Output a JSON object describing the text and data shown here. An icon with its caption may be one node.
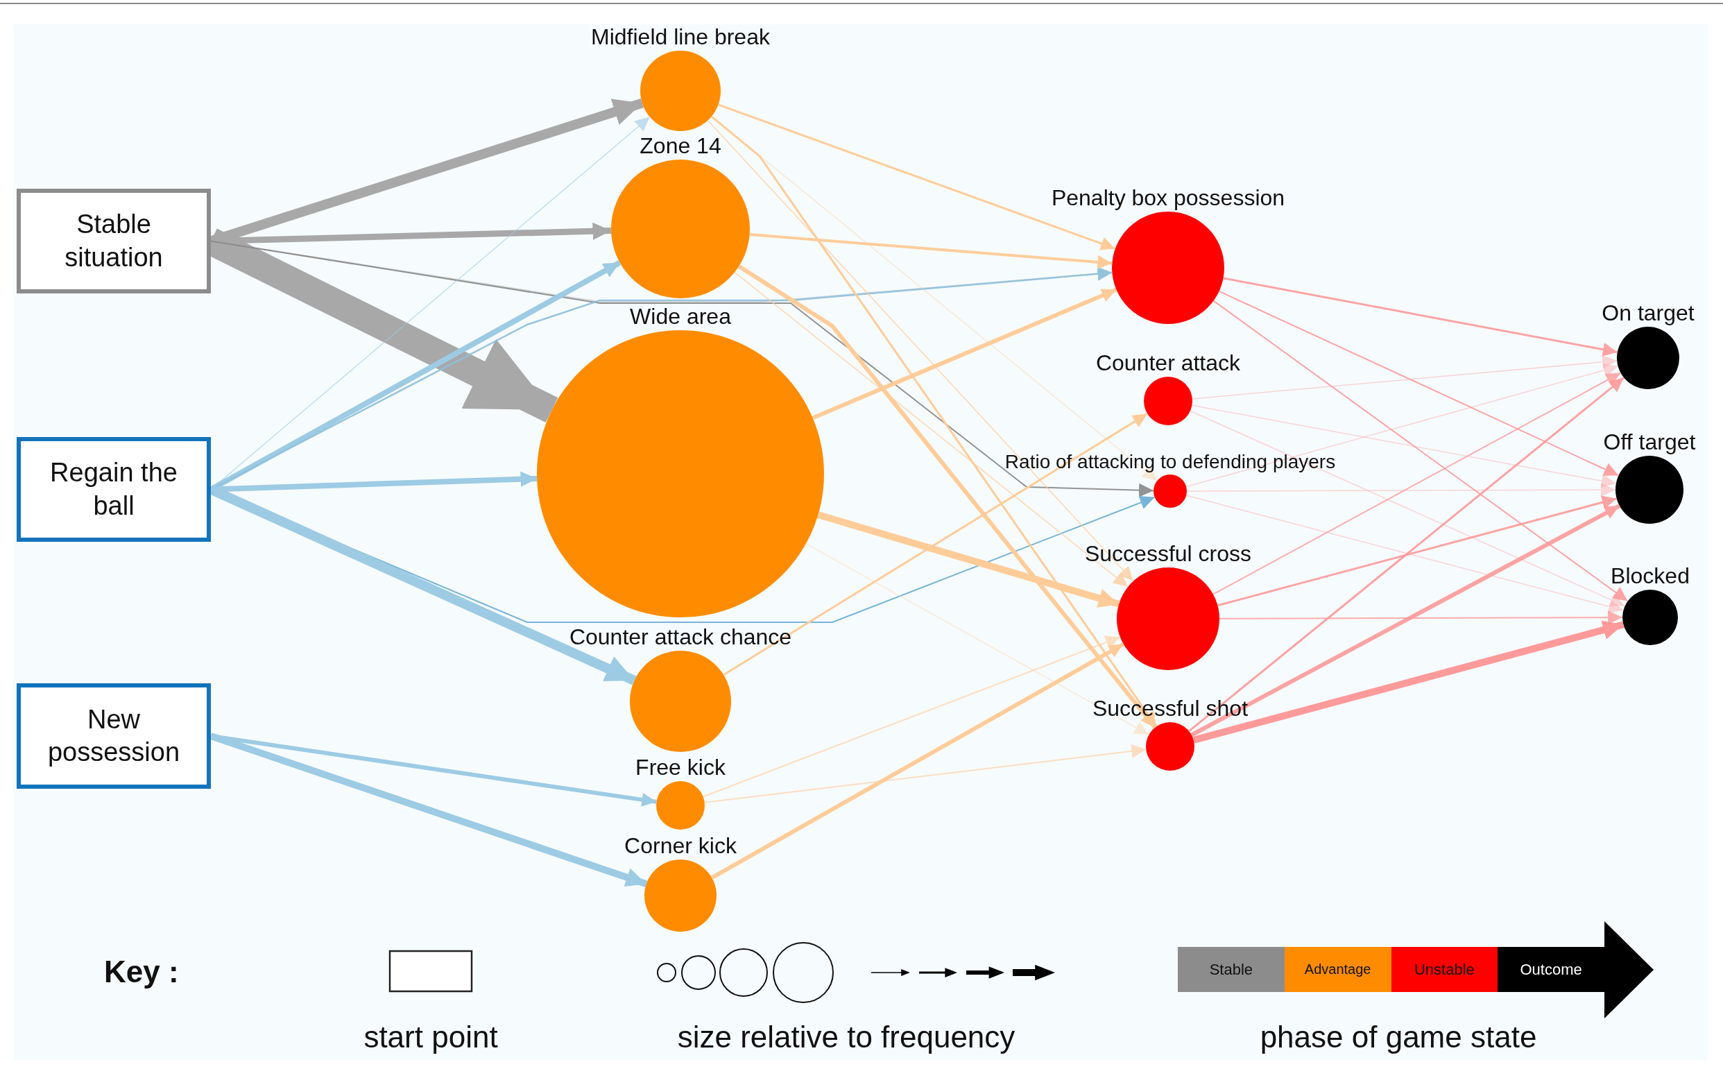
{
  "diagram": {
    "nodes": [
      {
        "text": [
          "Stable situation"
        ]
      },
      {
        "text": [
          "Regain the ball"
        ]
      },
      {
        "text": [
          "New possession"
        ]
      },
      {
        "text": [
          "Midfield line break"
        ]
      },
      {
        "text": [
          "Zone 14"
        ]
      },
      {
        "text": [
          "Wide area"
        ]
      },
      {
        "text": [
          "Counter attack chance"
        ]
      },
      {
        "text": [
          "Free kick"
        ]
      },
      {
        "text": [
          "Corner kick"
        ]
      },
      {
        "text": [
          "Penalty box possession"
        ]
      },
      {
        "text": [
          "Counter attack"
        ]
      },
      {
        "text": [
          "Ratio of attacking to defending players"
        ]
      },
      {
        "text": [
          "Successful cross"
        ]
      },
      {
        "text": [
          "Successful shot"
        ]
      },
      {
        "text": [
          "On target"
        ]
      },
      {
        "text": [
          "Off target"
        ]
      },
      {
        "text": [
          "Blocked"
        ]
      }
    ],
    "edges": [
      {
        "from": 0,
        "to": 3,
        "arrow": "to",
        "style": "thick",
        "color": "#a8a8a8"
      },
      {
        "from": 0,
        "to": 4,
        "arrow": "to",
        "style": "thick",
        "color": "#a8a8a8"
      },
      {
        "from": 0,
        "to": 5,
        "arrow": "to",
        "style": "thick",
        "color": "#a8a8a8"
      },
      {
        "from": 0,
        "to": 9,
        "arrow": "to",
        "color": "#b8b8b8"
      },
      {
        "from": 0,
        "to": 11,
        "arrow": "to",
        "color": "#888888"
      },
      {
        "from": 1,
        "to": 3,
        "arrow": "to",
        "color": "#9dcbe4"
      },
      {
        "from": 1,
        "to": 4,
        "arrow": "to",
        "style": "thick",
        "color": "#9dcbe4"
      },
      {
        "from": 1,
        "to": 5,
        "arrow": "to",
        "style": "thick",
        "color": "#9dcbe4"
      },
      {
        "from": 1,
        "to": 9,
        "arrow": "to",
        "color": "#8ec0dc"
      },
      {
        "from": 1,
        "to": 11,
        "arrow": "to",
        "color": "#6aaed4"
      },
      {
        "from": 1,
        "to": 6,
        "arrow": "to",
        "style": "thick",
        "color": "#9dcbe4"
      },
      {
        "from": 2,
        "to": 7,
        "arrow": "to",
        "color": "#9dcbe4"
      },
      {
        "from": 2,
        "to": 8,
        "arrow": "to",
        "style": "thick",
        "color": "#9dcbe4"
      },
      {
        "from": 3,
        "to": 9,
        "arrow": "to",
        "color": "#ffcc99"
      },
      {
        "from": 3,
        "to": 11,
        "arrow": "to",
        "color": "#ffcc99"
      },
      {
        "from": 3,
        "to": 12,
        "arrow": "to",
        "color": "#ffcc99"
      },
      {
        "from": 3,
        "to": 13,
        "arrow": "to",
        "color": "#ffcc99"
      },
      {
        "from": 4,
        "to": 9,
        "arrow": "to",
        "color": "#ffcc99"
      },
      {
        "from": 4,
        "to": 12,
        "arrow": "to",
        "color": "#ffcc99"
      },
      {
        "from": 4,
        "to": 13,
        "arrow": "to",
        "color": "#ffcc99"
      },
      {
        "from": 5,
        "to": 9,
        "arrow": "to",
        "color": "#ffcc99"
      },
      {
        "from": 5,
        "to": 12,
        "arrow": "to",
        "style": "thick",
        "color": "#ffcc99"
      },
      {
        "from": 5,
        "to": 13,
        "arrow": "to",
        "color": "#ffcc99"
      },
      {
        "from": 6,
        "to": 10,
        "arrow": "to",
        "color": "#ffcc99"
      },
      {
        "from": 7,
        "to": 12,
        "arrow": "to",
        "color": "#ffcc99"
      },
      {
        "from": 7,
        "to": 13,
        "arrow": "to",
        "color": "#ffcc99"
      },
      {
        "from": 8,
        "to": 12,
        "arrow": "to",
        "color": "#ffcc99"
      },
      {
        "from": 9,
        "to": 14,
        "arrow": "to"
      },
      {
        "from": 9,
        "to": 15,
        "arrow": "to"
      },
      {
        "from": 9,
        "to": 16,
        "arrow": "to"
      },
      {
        "from": 10,
        "to": 14,
        "arrow": "to"
      },
      {
        "from": 10,
        "to": 15,
        "arrow": "to"
      },
      {
        "from": 10,
        "to": 16,
        "arrow": "to"
      },
      {
        "from": 11,
        "to": 14,
        "arrow": "to"
      },
      {
        "from": 11,
        "to": 15,
        "arrow": "to"
      },
      {
        "from": 11,
        "to": 16,
        "arrow": "to"
      },
      {
        "from": 12,
        "to": 14,
        "arrow": "to"
      },
      {
        "from": 12,
        "to": 15,
        "arrow": "to"
      },
      {
        "from": 12,
        "to": 16,
        "arrow": "to"
      },
      {
        "from": 13,
        "to": 14,
        "arrow": "to"
      },
      {
        "from": 13,
        "to": 15,
        "arrow": "to"
      },
      {
        "from": 13,
        "to": 16,
        "arrow": "to",
        "style": "thick"
      }
    ],
    "labels": [
      "Key :",
      "phase of game state"
    ],
    "legend": [
      {
        "text": "start point"
      },
      {
        "text": "size relative to frequency"
      },
      {
        "text": "Stable",
        "color": "#8c8c8c"
      },
      {
        "text": "Advantage",
        "color": "#ff8c00"
      },
      {
        "text": "Unstable",
        "color": "#ff0000"
      },
      {
        "text": "Outcome",
        "color": "#000000"
      }
    ]
  }
}
